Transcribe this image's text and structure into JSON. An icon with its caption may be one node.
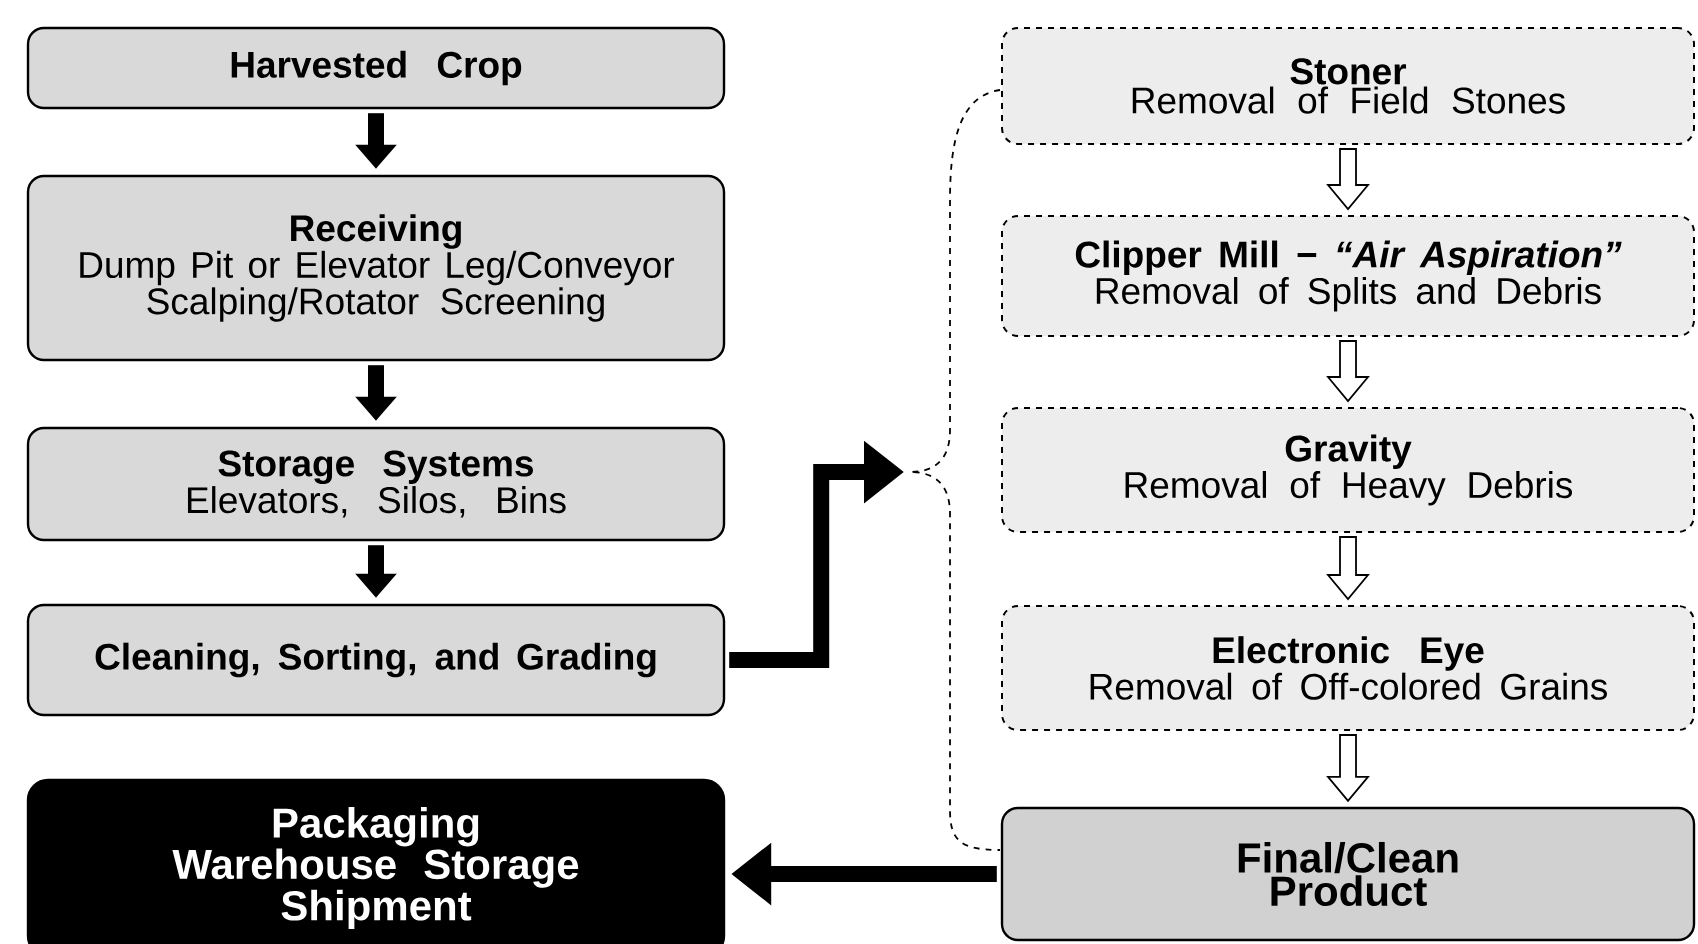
{
  "diagram": {
    "nodes": [
      {
        "text": [
          "Harvested Crop"
        ]
      },
      {
        "text": [
          "Receiving",
          "Dump Pit or Elevator Leg/Conveyor",
          "Scalping/Rotator Screening"
        ]
      },
      {
        "text": [
          "Storage Systems",
          "Elevators, Silos, Bins"
        ]
      },
      {
        "text": [
          "Cleaning, Sorting, and Grading"
        ]
      },
      {
        "text": [
          "Packaging",
          "Warehouse Storage",
          "Shipment"
        ]
      },
      {
        "text": [
          "Stoner",
          "Removal of Field Stones"
        ]
      },
      {
        "text": [
          "Clipper Mill − *“Air Aspiration”*",
          "Removal of Splits and Debris"
        ]
      },
      {
        "text": [
          "Gravity",
          "Removal of Heavy Debris"
        ]
      },
      {
        "text": [
          "Electronic Eye",
          "Removal of Off-colored Grains"
        ]
      },
      {
        "text": [
          "Final/Clean Product"
        ]
      }
    ],
    "edges": [
      {
        "from": 0,
        "to": 1,
        "arrow": "to"
      },
      {
        "from": 1,
        "to": 2,
        "arrow": "to"
      },
      {
        "from": 2,
        "to": 3,
        "arrow": "to"
      },
      {
        "from": 3,
        "to": null,
        "arrow": "to"
      },
      {
        "from": 5,
        "to": 6,
        "arrow": "to"
      },
      {
        "from": 6,
        "to": 7,
        "arrow": "to"
      },
      {
        "from": 7,
        "to": 8,
        "arrow": "to"
      },
      {
        "from": 8,
        "to": 9,
        "arrow": "to"
      },
      {
        "from": 9,
        "to": 4,
        "arrow": "to"
      }
    ]
  }
}
